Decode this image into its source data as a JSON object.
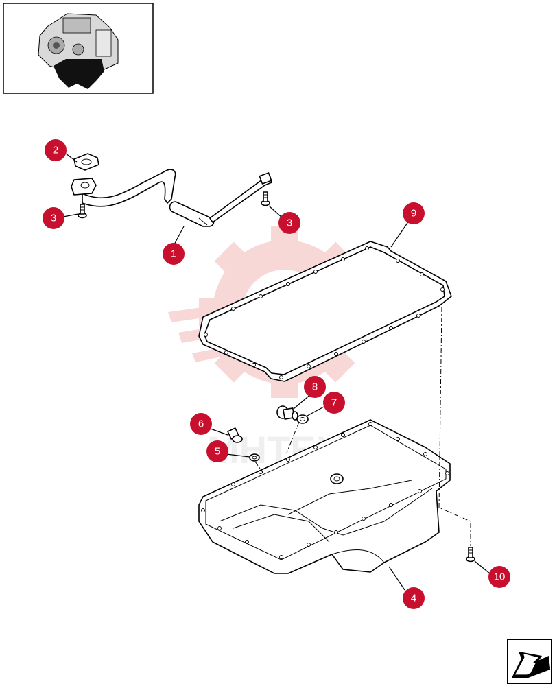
{
  "callouts": [
    {
      "id": "c1",
      "label": "1"
    },
    {
      "id": "c2",
      "label": "2"
    },
    {
      "id": "c3a",
      "label": "3"
    },
    {
      "id": "c3b",
      "label": "3"
    },
    {
      "id": "c4",
      "label": "4"
    },
    {
      "id": "c5",
      "label": "5"
    },
    {
      "id": "c6",
      "label": "6"
    },
    {
      "id": "c7",
      "label": "7"
    },
    {
      "id": "c8",
      "label": "8"
    },
    {
      "id": "c9",
      "label": "9"
    },
    {
      "id": "c10",
      "label": "10"
    }
  ],
  "watermark_text": "MHTEX",
  "colors": {
    "callout": "#c8102e",
    "watermark": "#f3b8b8",
    "line": "#000000"
  },
  "icons": {
    "thumbnail": "engine-thumbnail-icon",
    "navigation": "next-page-arrow-icon"
  }
}
